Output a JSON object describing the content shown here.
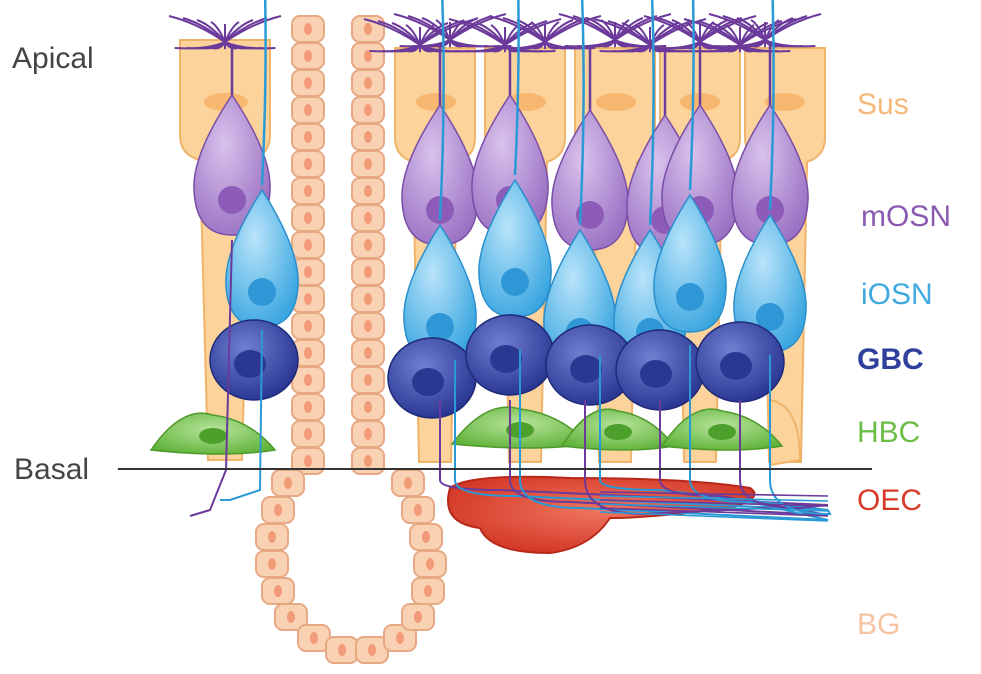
{
  "labels": {
    "apical": "Apical",
    "basal": "Basal",
    "sus": "Sus",
    "mosn": "mOSN",
    "iosn": "iOSN",
    "gbc": "GBC",
    "hbc": "HBC",
    "oec": "OEC",
    "bg": "BG"
  },
  "colors": {
    "sus": "#f9c98a",
    "mosn": "#8a5ab0",
    "iosn": "#3fa9e0",
    "gbc": "#2f3f9c",
    "hbc": "#6cbd45",
    "oec": "#d73a2a",
    "bg": "#f6c3a0",
    "text_dark": "#444444"
  },
  "cell_types": [
    "Sus",
    "mOSN",
    "iOSN",
    "GBC",
    "HBC",
    "OEC",
    "BG"
  ]
}
